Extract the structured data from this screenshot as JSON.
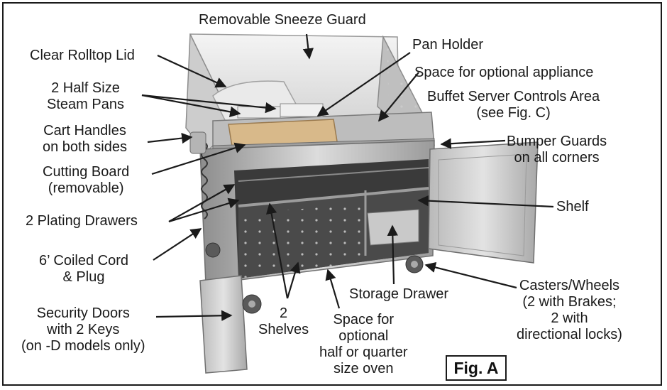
{
  "labels": {
    "sneeze_guard": "Removable Sneeze Guard",
    "rolltop_lid": "Clear Rolltop Lid",
    "pan_holder": "Pan Holder",
    "optional_appliance": "Space for optional appliance",
    "steam_pans": "2 Half Size\nSteam Pans",
    "controls_area": "Buffet Server Controls Area\n(see Fig. C)",
    "cart_handles": "Cart Handles\non both sides",
    "bumper_guards": "Bumper Guards\non all corners",
    "cutting_board": "Cutting Board\n(removable)",
    "plating_drawers": "2 Plating Drawers",
    "shelf": "Shelf",
    "coiled_cord": "6’ Coiled Cord\n& Plug",
    "casters": "Casters/Wheels\n(2 with Brakes;\n2 with\ndirectional locks)",
    "storage_drawer": "Storage Drawer",
    "security_doors": "Security Doors\nwith 2 Keys\n(on -D models only)",
    "two_shelves": "2\nShelves",
    "oven_space": "Space for\noptional\nhalf or quarter\nsize oven"
  },
  "figure_tag": "Fig. A",
  "colors": {
    "steel_light": "#d9d9d9",
    "steel_mid": "#a9a9a9",
    "steel_dark": "#5e5e5e",
    "interior": "#3a3a3a",
    "board": "#d8b98a",
    "ink": "#1a1a1a"
  }
}
